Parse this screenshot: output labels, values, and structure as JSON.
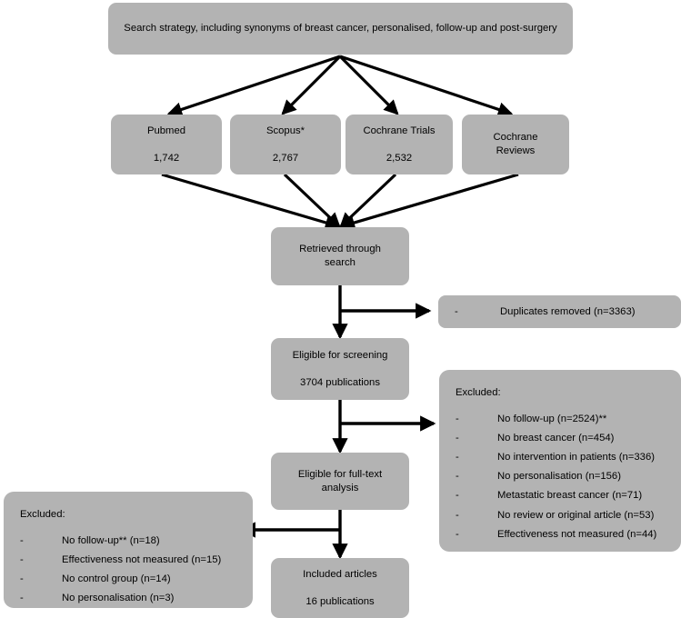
{
  "diagram": {
    "title_box": {
      "text": "Search strategy, including synonyms of breast cancer, personalised, follow-up and post-surgery"
    },
    "databases": [
      {
        "name": "Pubmed",
        "count": "1,742"
      },
      {
        "name": "Scopus*",
        "count": "2,767"
      },
      {
        "name": "Cochrane Trials",
        "count": "2,532"
      },
      {
        "name": "Cochrane Reviews",
        "count": ""
      }
    ],
    "retrieved": {
      "label_line1": "Retrieved through",
      "label_line2": "search"
    },
    "duplicates": {
      "dash": "-",
      "text": "Duplicates removed (n=3363)"
    },
    "screening": {
      "label": "Eligible for screening",
      "count": "3704 publications"
    },
    "excluded_screening": {
      "title": "Excluded:",
      "items": [
        {
          "dash": "-",
          "text": "No follow-up (n=2524)**"
        },
        {
          "dash": "-",
          "text": "No breast cancer (n=454)"
        },
        {
          "dash": "-",
          "text": "No intervention in patients (n=336)"
        },
        {
          "dash": "-",
          "text": "No personalisation (n=156)"
        },
        {
          "dash": "-",
          "text": "Metastatic breast cancer (n=71)"
        },
        {
          "dash": "-",
          "text": "No review or original article (n=53)"
        },
        {
          "dash": "-",
          "text": "Effectiveness not measured (n=44)"
        }
      ]
    },
    "fulltext": {
      "label_line1": "Eligible for full-text",
      "label_line2": "analysis"
    },
    "excluded_fulltext": {
      "title": "Excluded:",
      "items": [
        {
          "dash": "-",
          "text": "No follow-up** (n=18)"
        },
        {
          "dash": "-",
          "text": "Effectiveness not measured (n=15)"
        },
        {
          "dash": "-",
          "text": "No control group (n=14)"
        },
        {
          "dash": "-",
          "text": "No personalisation (n=3)"
        }
      ]
    },
    "included": {
      "label": "Included articles",
      "count": "16 publications"
    },
    "colors": {
      "box_fill": "#b3b3b3",
      "connector": "#000000",
      "background": "#ffffff"
    }
  }
}
